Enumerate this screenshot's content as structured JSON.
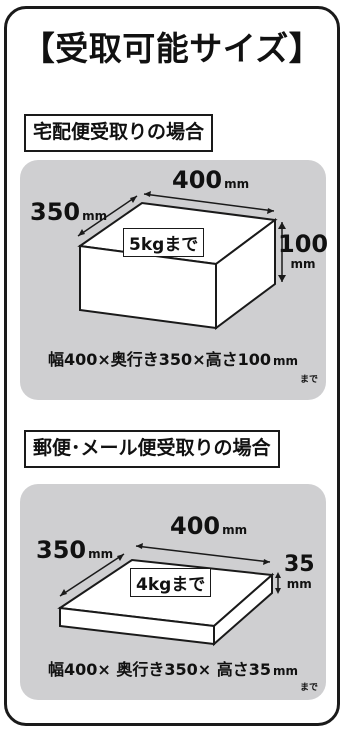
{
  "title": "【受取可能サイズ】",
  "sections": [
    {
      "label": "宅配便受取りの場合",
      "width": "400",
      "depth": "350",
      "height": "100",
      "unit": "mm",
      "weight": "5kgまで",
      "caption": "幅400×奥行き350×高さ100",
      "caption_unit": "mm",
      "made": "まで"
    },
    {
      "label": "郵便･メール便受取りの場合",
      "width": "400",
      "depth": "350",
      "height": "35",
      "unit": "mm",
      "weight": "4kgまで",
      "caption": "幅400× 奥行き350× 高さ35",
      "caption_unit": "mm",
      "made": "まで"
    }
  ],
  "colors": {
    "panel": "#cfcfd1",
    "border": "#1a1a1a",
    "box_fill": "#ffffff"
  }
}
